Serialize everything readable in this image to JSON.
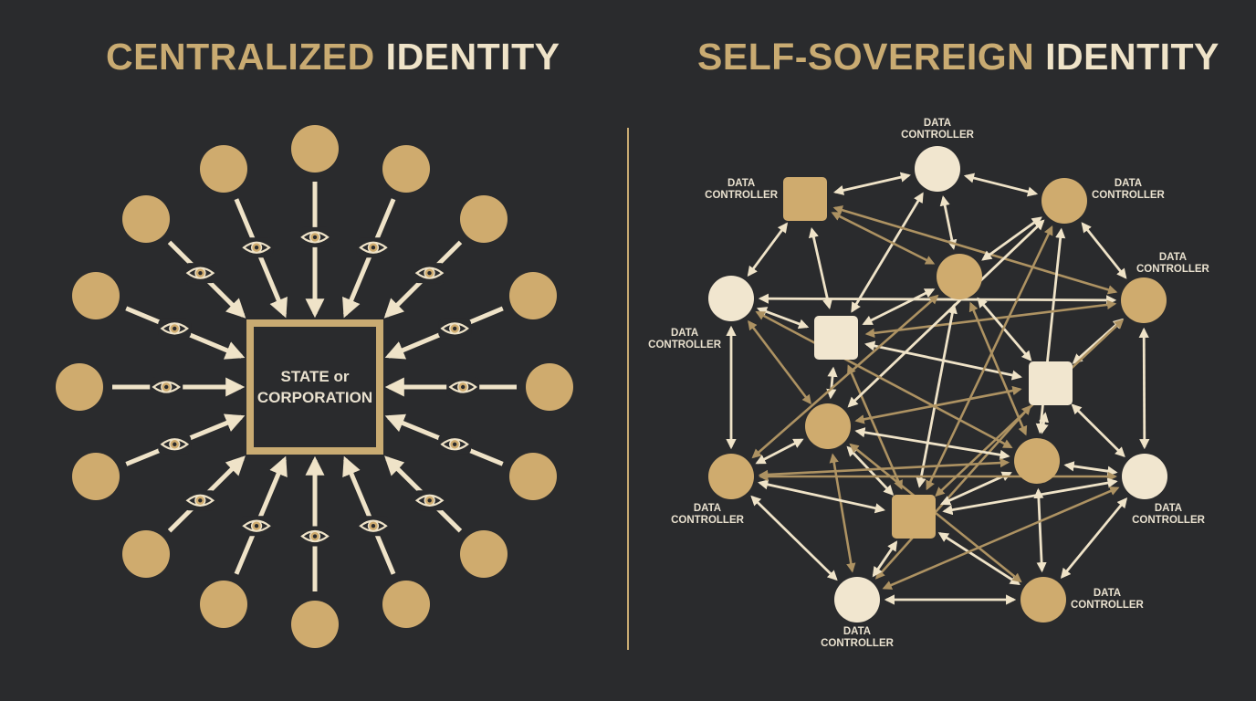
{
  "left_panel": {
    "title_part1": "CENTRALIZED",
    "title_part2": "IDENTITY",
    "hub_line1": "STATE or",
    "hub_line2": "CORPORATION",
    "surveillance_icon": "eye-icon"
  },
  "right_panel": {
    "title_part1": "SELF-SOVEREIGN",
    "title_part2": "IDENTITY",
    "node_label_line1": "DATA",
    "node_label_line2": "CONTROLLER"
  },
  "colors": {
    "background": "#2a2b2d",
    "gold": "#c9ab72",
    "node_tan": "#cfab6e",
    "node_cream": "#f1e6cf",
    "arrow_cream": "#efe3c8",
    "divider": "#c9ab72"
  }
}
